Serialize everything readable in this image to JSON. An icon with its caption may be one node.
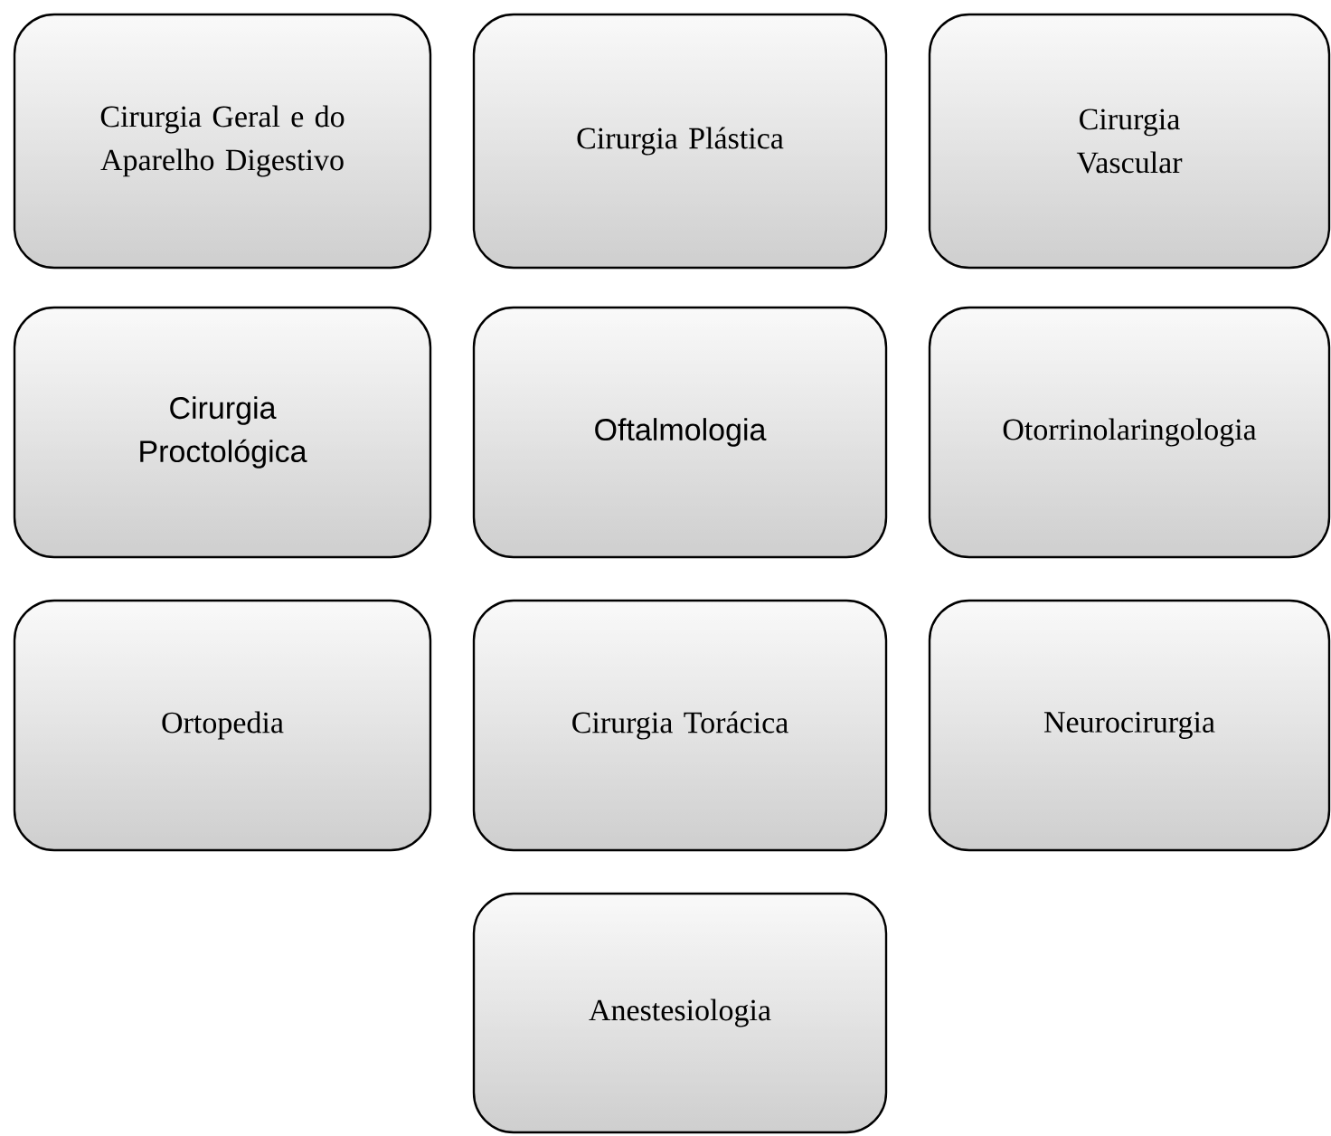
{
  "diagram": {
    "nodes": [
      {
        "text": [
          "Cirurgia Geral e do Aparelho Digestivo"
        ]
      },
      {
        "text": [
          "Cirurgia Plástica"
        ]
      },
      {
        "text": [
          "Cirurgia Vascular"
        ]
      },
      {
        "text": [
          "Cirurgia Proctológica"
        ]
      },
      {
        "text": [
          "Oftalmologia"
        ]
      },
      {
        "text": [
          "Otorrinolaringologia"
        ]
      },
      {
        "text": [
          "Ortopedia"
        ]
      },
      {
        "text": [
          "Cirurgia Torácica"
        ]
      },
      {
        "text": [
          "Neurocirurgia"
        ]
      },
      {
        "text": [
          "Anestesiologia"
        ]
      }
    ]
  }
}
